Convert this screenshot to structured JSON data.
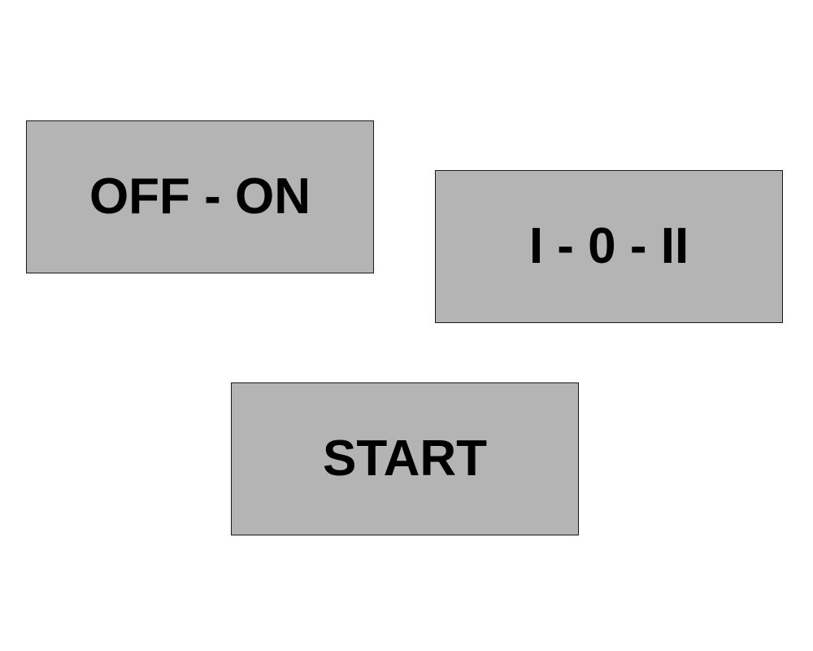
{
  "buttons": {
    "off_on": {
      "label": "OFF - ON"
    },
    "i_0_ii": {
      "label": "I - 0 - II"
    },
    "start": {
      "label": "START"
    }
  },
  "colors": {
    "background": "#ffffff",
    "button_fill": "#b4b4b4",
    "button_border": "#1a1a1a",
    "label_text": "#000000"
  }
}
